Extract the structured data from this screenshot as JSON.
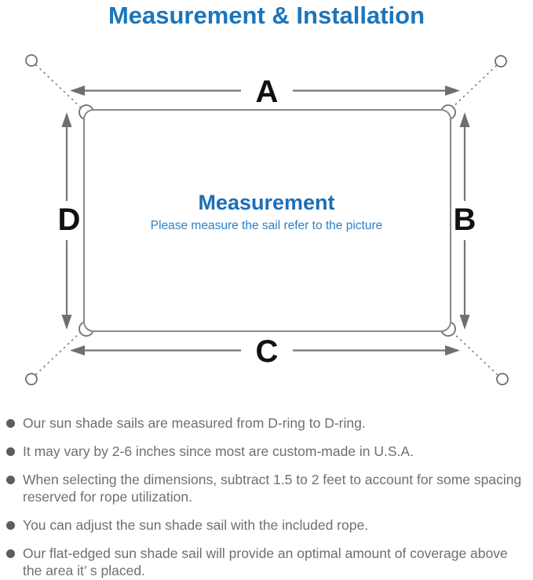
{
  "title": "Measurement & Installation",
  "diagram": {
    "center_heading": "Measurement",
    "center_subtitle": "Please measure the sail refer to the picture",
    "labels": {
      "top": "A",
      "right": "B",
      "bottom": "C",
      "left": "D"
    }
  },
  "notes": [
    "Our sun shade sails are measured from D-ring to D-ring.",
    "It may vary by 2-6 inches since most are custom-made in U.S.A.",
    "When selecting the dimensions, subtract 1.5 to 2 feet to account for some spacing reserved for rope utilization.",
    "You can adjust the sun shade sail with the included rope.",
    "Our flat-edged sun shade sail will provide an optimal amount of coverage above the area it’ s placed."
  ],
  "colors": {
    "accent_blue": "#1a75bc",
    "diagram_line_gray": "#7a7a7a",
    "note_text_gray": "#6f6f6f"
  }
}
